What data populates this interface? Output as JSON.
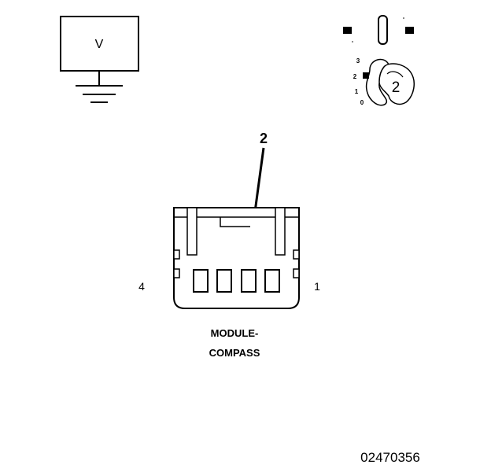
{
  "meter": {
    "label": "V"
  },
  "key_switch": {
    "positions": [
      "3",
      "2",
      "1",
      "0"
    ],
    "selected": "2"
  },
  "connector": {
    "callout": "2",
    "pin_left": "4",
    "pin_right": "1",
    "name_line1": "MODULE-",
    "name_line2": "COMPASS"
  },
  "figure_id": "02470356"
}
